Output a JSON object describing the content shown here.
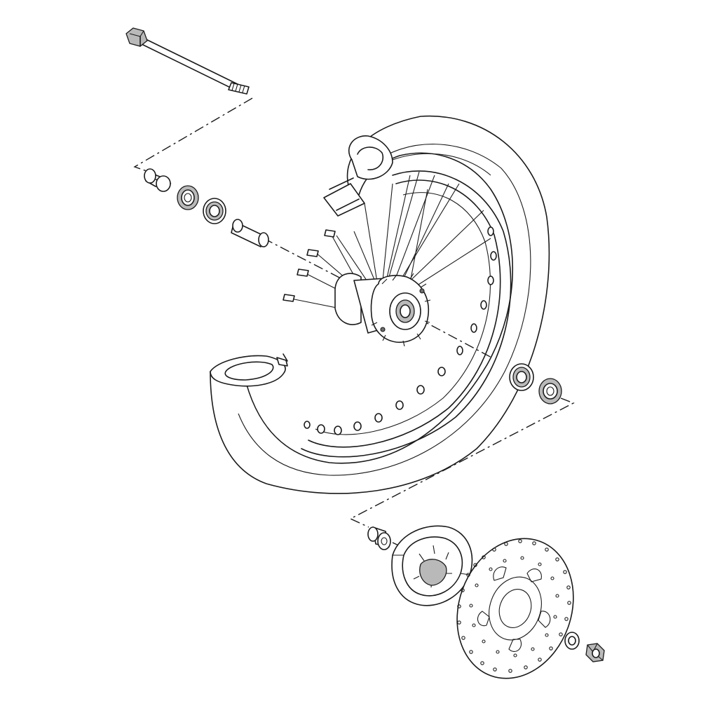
{
  "diagram": {
    "type": "exploded-parts-view",
    "subject": "front-wheel-assembly",
    "colors": {
      "line": "#1a1a1a",
      "fill": "#ffffff",
      "shade": "#b9b9b9",
      "dark": "#6d6d6d"
    },
    "parts": [
      "axle-bolt",
      "left-collar",
      "left-oil-seal",
      "left-bearing",
      "spacer",
      "spoke-nipples",
      "rim",
      "tire",
      "hub",
      "spokes",
      "right-bearing",
      "right-oil-seal",
      "right-collar",
      "speedometer-gear-unit",
      "brake-disc",
      "washer",
      "axle-nut"
    ]
  }
}
